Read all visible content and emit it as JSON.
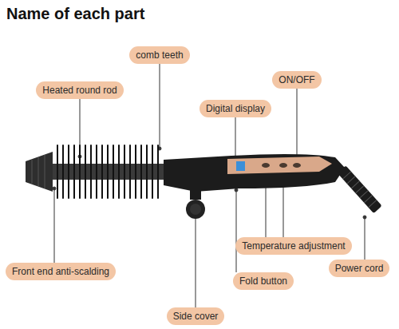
{
  "diagram": {
    "title": "Name of each part",
    "nodes": [
      {
        "text": [
          "comb teeth"
        ]
      },
      {
        "text": [
          "ON/OFF"
        ]
      },
      {
        "text": [
          "Heated round rod"
        ]
      },
      {
        "text": [
          "Digital display"
        ]
      },
      {
        "text": [
          "Temperature adjustment"
        ]
      },
      {
        "text": [
          "Front end anti-scalding"
        ]
      },
      {
        "text": [
          "Power cord"
        ]
      },
      {
        "text": [
          "Fold button"
        ]
      },
      {
        "text": [
          "Side cover"
        ]
      }
    ]
  }
}
